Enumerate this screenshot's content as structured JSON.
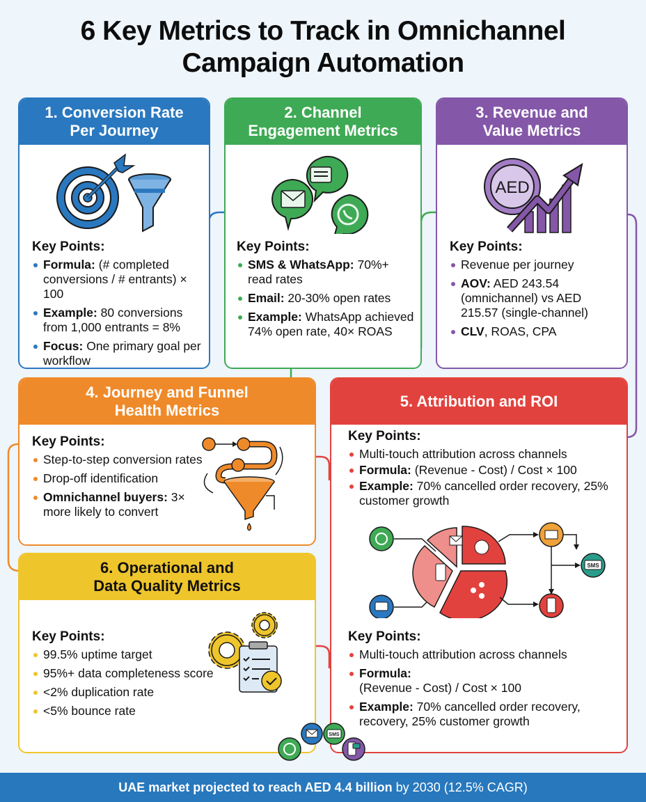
{
  "title": {
    "line1": "6 Key Metrics to Track in Omnichannel",
    "line2": "Campaign Automation"
  },
  "colors": {
    "blue": "#2a78bf",
    "green": "#3faa55",
    "purple": "#8457a8",
    "orange": "#ef8a2a",
    "red": "#e2423e",
    "yellow": "#efc52c",
    "background": "#eef5fb",
    "footer": "#2878bd"
  },
  "cards": [
    {
      "id": 1,
      "title_line1": "1. Conversion Rate",
      "title_line2": "Per Journey",
      "icon": "target-funnel-icon",
      "key_points_label": "Key Points:",
      "points": [
        {
          "bold": "Formula:",
          "text": " (# completed conversions / # entrants) × 100"
        },
        {
          "bold": "Example:",
          "text": " 80 conversions from 1,000 entrants = 8%"
        },
        {
          "bold": "Focus:",
          "text": " One primary goal per workflow"
        }
      ]
    },
    {
      "id": 2,
      "title_line1": "2. Channel",
      "title_line2": "Engagement Metrics",
      "icon": "chat-bubbles-icon",
      "key_points_label": "Key Points:",
      "points": [
        {
          "bold": "SMS & WhatsApp:",
          "text": " 70%+ read rates"
        },
        {
          "bold": "Email:",
          "text": " 20-30% open rates"
        },
        {
          "bold": "Example:",
          "text": " WhatsApp achieved 74% open rate, 40× ROAS"
        }
      ]
    },
    {
      "id": 3,
      "title_line1": "3. Revenue and",
      "title_line2": "Value Metrics",
      "icon": "aed-growth-chart-icon",
      "icon_label": "AED",
      "key_points_label": "Key Points:",
      "points": [
        {
          "bold": "",
          "text": "Revenue per journey"
        },
        {
          "bold": "AOV:",
          "text": " AED 243.54 (omnichannel) vs AED 215.57 (single-channel)"
        },
        {
          "bold": "CLV",
          "text": ", ROAS, CPA"
        }
      ]
    },
    {
      "id": 4,
      "title_line1": "4. Journey and Funnel",
      "title_line2": "Health Metrics",
      "icon": "journey-funnel-icon",
      "key_points_label": "Key Points:",
      "points": [
        {
          "bold": "",
          "text": "Step-to-step conversion rates"
        },
        {
          "bold": "",
          "text": "Drop-off identification"
        },
        {
          "bold": "Omnichannel buyers:",
          "text": " 3× more likely to convert"
        }
      ]
    },
    {
      "id": 5,
      "title_line1": "5. Attribution and ROI",
      "title_line2": "",
      "icon": "attribution-pie-icon",
      "pie_node_label": "SMS",
      "key_points_label": "Key Points:",
      "points": [
        {
          "bold": "",
          "text": "Multi-touch attribution across channels"
        },
        {
          "bold": "Formula:",
          "text": " (Revenue - Cost) / Cost × 100"
        },
        {
          "bold": "Example:",
          "text": " 70% cancelled order recovery, 25% customer growth"
        }
      ],
      "key_points_label_2": "Key Points:",
      "points_2": [
        {
          "bold": "",
          "text": "Multi-touch attribution across channels"
        },
        {
          "bold": "Formula:",
          "text": "(Revenue - Cost) / Cost × 100"
        },
        {
          "bold": "Example:",
          "text": " 70% cancelled order recovery, recovery, 25% customer growth"
        }
      ]
    },
    {
      "id": 6,
      "title_line1": "6. Operational and",
      "title_line2": "Data Quality Metrics",
      "icon": "gears-checklist-icon",
      "key_points_label": "Key Points:",
      "points": [
        {
          "bold": "",
          "text": "99.5% uptime target"
        },
        {
          "bold": "",
          "text": "95%+ data completeness score"
        },
        {
          "bold": "",
          "text": "<2% duplication rate"
        },
        {
          "bold": "",
          "text": "<5% bounce rate"
        }
      ]
    }
  ],
  "channel_cluster": {
    "icons": [
      "whatsapp-icon",
      "email-icon",
      "sms-icon",
      "mobile-chat-icon"
    ],
    "sms_label": "SMS"
  },
  "footer": {
    "bold": "UAE market projected to reach AED 4.4 billion",
    "text": " by 2030 (12.5% CAGR)"
  }
}
